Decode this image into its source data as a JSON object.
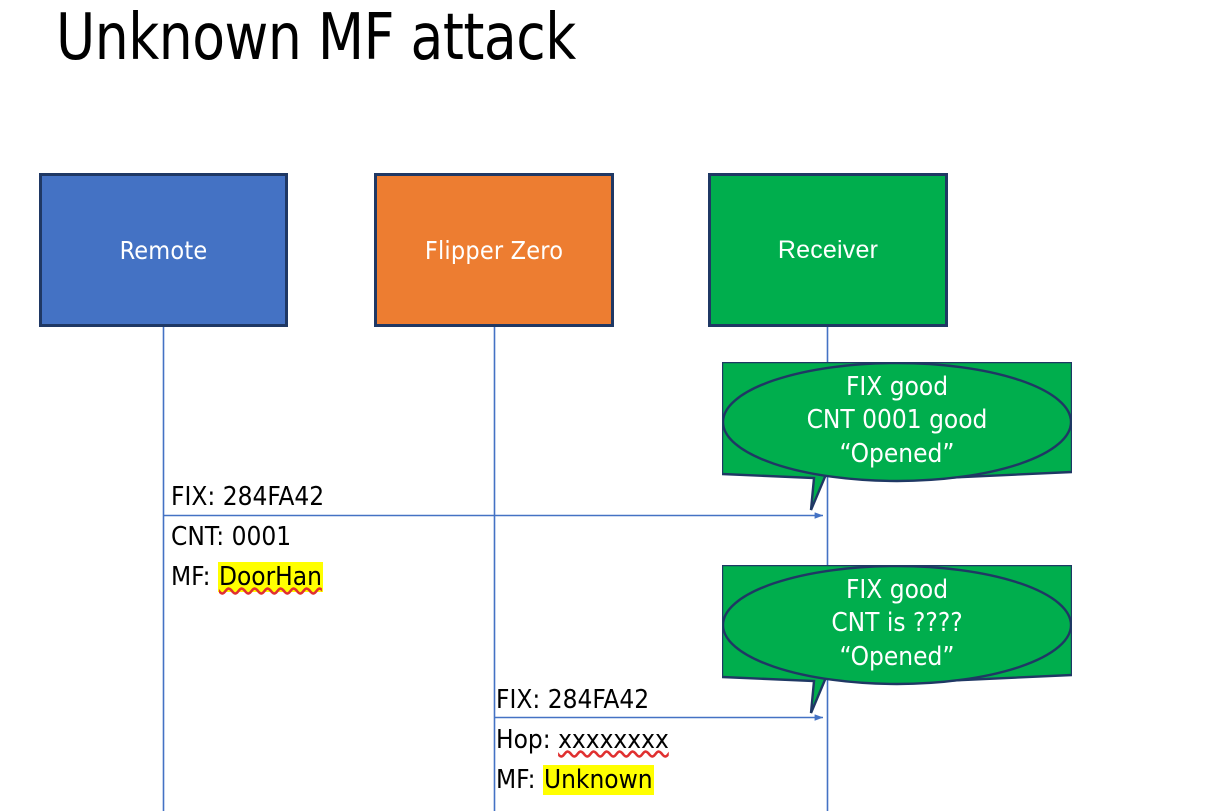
{
  "slide": {
    "title": "Unknown MF attack",
    "background": "#FFFFFF"
  },
  "colors": {
    "remote_fill": "#4472C4",
    "flipper_fill": "#ED7D31",
    "receiver_fill": "#00AE4D",
    "box_border": "#1F3864",
    "lifeline": "#4472C4",
    "highlight": "#FFFF00",
    "spellcheck_underline": "#E03030",
    "text": "#000000",
    "box_label_text": "#FFFFFF"
  },
  "actors": [
    {
      "id": "remote",
      "label": "Remote",
      "fill": "#4472C4"
    },
    {
      "id": "flipper",
      "label": "Flipper Zero",
      "fill": "#ED7D31"
    },
    {
      "id": "receiver",
      "label": "Receiver",
      "fill": "#00AE4D"
    }
  ],
  "messages": [
    {
      "id": "msg-1",
      "from": "remote",
      "to": "receiver",
      "lines": [
        {
          "label": "FIX: ",
          "value": "284FA42",
          "highlight": false,
          "spellcheck": false
        },
        {
          "label": "CNT: ",
          "value": "0001",
          "highlight": false,
          "spellcheck": false
        },
        {
          "label": "MF: ",
          "value": "DoorHan",
          "highlight": true,
          "spellcheck": true
        }
      ]
    },
    {
      "id": "msg-2",
      "from": "flipper",
      "to": "receiver",
      "lines": [
        {
          "label": "FIX: ",
          "value": "284FA42",
          "highlight": false,
          "spellcheck": false
        },
        {
          "label": "Hop: ",
          "value": "xxxxxxxx",
          "highlight": false,
          "spellcheck": true
        },
        {
          "label": "MF: ",
          "value": "Unknown",
          "highlight": true,
          "spellcheck": false
        }
      ]
    }
  ],
  "callouts": [
    {
      "id": "callout-1",
      "owner": "receiver",
      "line1": "FIX good",
      "line2": "CNT 0001 good",
      "line3": "“Opened”"
    },
    {
      "id": "callout-2",
      "owner": "receiver",
      "line1": "FIX good",
      "line2": "CNT is ????",
      "line3": "“Opened”"
    }
  ]
}
